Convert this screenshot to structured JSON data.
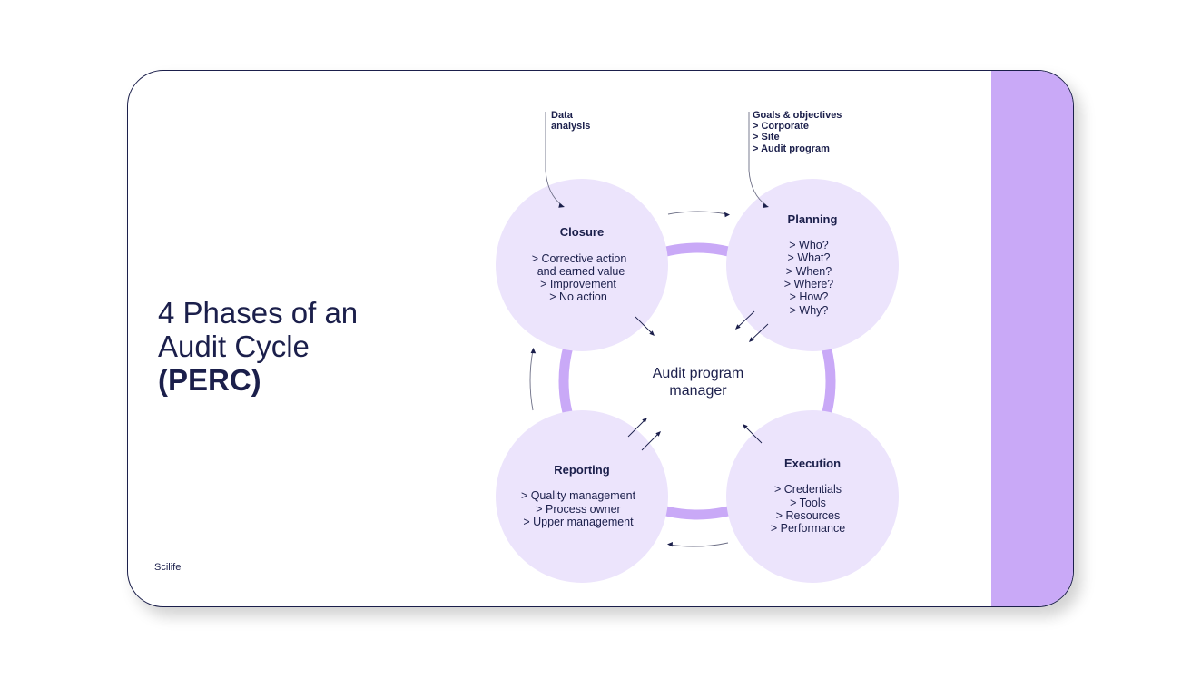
{
  "slide": {
    "title_line1": "4 Phases of an",
    "title_line2": "Audit Cycle",
    "title_line3": "(PERC)",
    "brand": "Scilife"
  },
  "diagram": {
    "center_line1": "Audit program",
    "center_line2": "manager",
    "notes": {
      "data_analysis": [
        "Data",
        "analysis"
      ],
      "goals": [
        "Goals & objectives",
        "> Corporate",
        "> Site",
        "> Audit program"
      ]
    },
    "phases": {
      "closure": {
        "title": "Closure",
        "items": [
          "> Corrective action",
          "and earned value",
          "> Improvement",
          "> No action"
        ]
      },
      "planning": {
        "title": "Planning",
        "items": [
          "> Who?",
          "> What?",
          "> When?",
          "> Where?",
          "> How?",
          "> Why?"
        ]
      },
      "reporting": {
        "title": "Reporting",
        "items": [
          "> Quality management",
          "> Process owner",
          "> Upper management"
        ]
      },
      "execution": {
        "title": "Execution",
        "items": [
          "> Credentials",
          "> Tools",
          "> Resources",
          "> Performance"
        ]
      }
    }
  },
  "colors": {
    "accent": "#c9a9f7",
    "circle_fill": "#ece4fc",
    "text": "#1b1f4b"
  }
}
